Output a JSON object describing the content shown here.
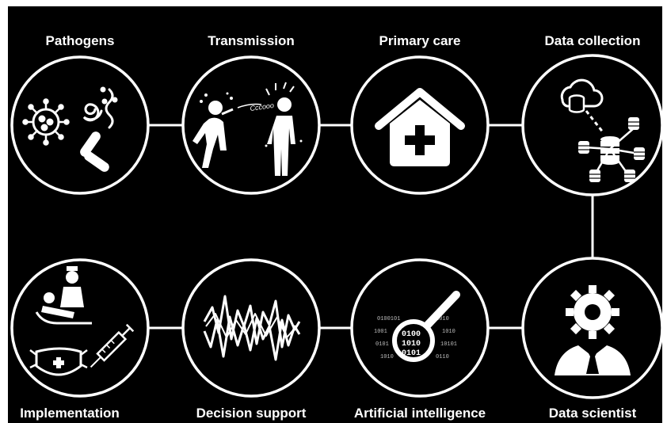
{
  "diagram": {
    "top_row": [
      {
        "label": "Pathogens",
        "icon": "pathogens-icon"
      },
      {
        "label": "Transmission",
        "icon": "transmission-icon"
      },
      {
        "label": "Primary care",
        "icon": "house-medical-icon"
      },
      {
        "label": "Data collection",
        "icon": "database-network-icon"
      }
    ],
    "bottom_row": [
      {
        "label": "Implementation",
        "icon": "doctor-patient-mask-syringe-icon"
      },
      {
        "label": "Decision support",
        "icon": "waveform-icon"
      },
      {
        "label": "Artificial intelligence",
        "icon": "magnifier-binary-icon"
      },
      {
        "label": "Data scientist",
        "icon": "person-gear-icon"
      }
    ],
    "transmission_bubble_text": "Cccooo",
    "binary_text": [
      "0100101",
      "1010",
      "1001",
      "1010",
      "0101",
      "10101",
      "1010",
      "0110"
    ]
  },
  "colors": {
    "background": "#000000",
    "foreground": "#ffffff"
  }
}
